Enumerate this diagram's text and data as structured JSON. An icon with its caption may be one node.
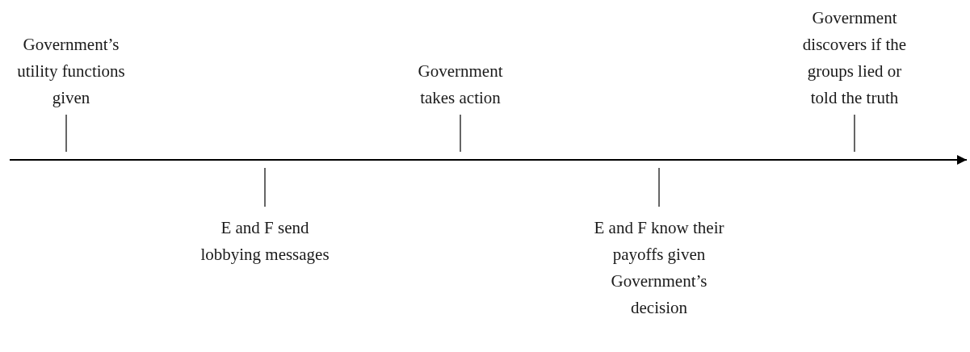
{
  "diagram": {
    "labels": [
      "Government’s utility functions given",
      "E and F send lobbying messages",
      "Government takes action",
      "E and F know their payoffs given Government’s decision",
      "Government discovers if the groups lied or told the truth"
    ]
  }
}
